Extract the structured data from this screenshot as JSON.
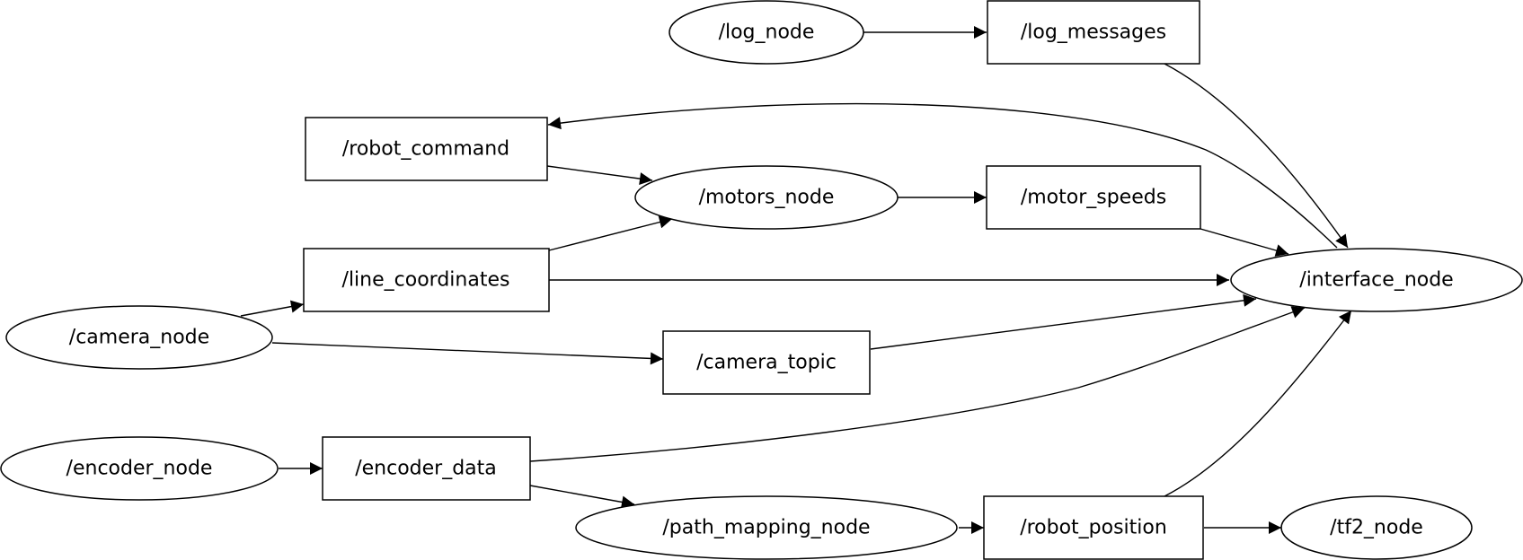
{
  "nodes": {
    "log_node": "/log_node",
    "log_messages": "/log_messages",
    "robot_command": "/robot_command",
    "motors_node": "/motors_node",
    "motor_speeds": "/motor_speeds",
    "line_coordinates": "/line_coordinates",
    "interface_node": "/interface_node",
    "camera_node": "/camera_node",
    "camera_topic": "/camera_topic",
    "encoder_node": "/encoder_node",
    "encoder_data": "/encoder_data",
    "path_mapping_node": "/path_mapping_node",
    "robot_position": "/robot_position",
    "tf2_node": "/tf2_node"
  },
  "edges": [
    [
      "log_node",
      "log_messages"
    ],
    [
      "log_messages",
      "interface_node"
    ],
    [
      "interface_node",
      "robot_command"
    ],
    [
      "robot_command",
      "motors_node"
    ],
    [
      "motors_node",
      "motor_speeds"
    ],
    [
      "motor_speeds",
      "interface_node"
    ],
    [
      "line_coordinates",
      "motors_node"
    ],
    [
      "line_coordinates",
      "interface_node"
    ],
    [
      "camera_node",
      "line_coordinates"
    ],
    [
      "camera_node",
      "camera_topic"
    ],
    [
      "camera_topic",
      "interface_node"
    ],
    [
      "encoder_node",
      "encoder_data"
    ],
    [
      "encoder_data",
      "interface_node"
    ],
    [
      "encoder_data",
      "path_mapping_node"
    ],
    [
      "path_mapping_node",
      "robot_position"
    ],
    [
      "robot_position",
      "interface_node"
    ],
    [
      "robot_position",
      "tf2_node"
    ]
  ],
  "colors": {
    "stroke": "#000000",
    "fill": "#ffffff",
    "text": "#000000"
  }
}
